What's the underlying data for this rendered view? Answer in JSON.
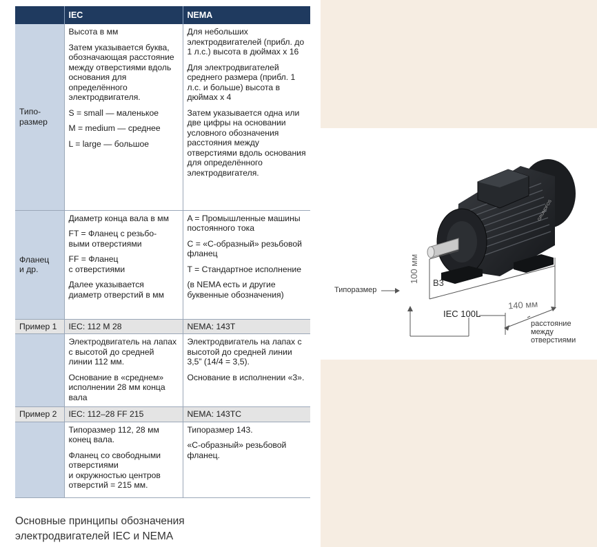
{
  "table": {
    "headers": [
      "",
      "IEC",
      "NEMA"
    ],
    "frame": {
      "label": "Типо-\nразмер",
      "iec": [
        "Высота в мм",
        "Затем указывается буква, обозначающая расстояние между отверстиями вдоль основания для определённого электродвигателя.",
        "S = small — маленькое",
        "M = medium — среднее",
        "L = large — большое"
      ],
      "nema": [
        "Для небольших электродвигателей (прибл. до 1 л.с.) высота в дюймах x 16",
        "Для электродвигателей среднего размера (прибл. 1 л.с. и больше) высота в дюймах x 4",
        "Затем указывается одна или две цифры на основании условного обозначения расстояния между отверстиями вдоль основания для определённого электродвигателя."
      ]
    },
    "flange": {
      "label": "Фланец\nи др.",
      "iec": [
        "Диаметр конца вала в мм",
        "FT = Фланец с резьбо-\nвыми отверстиями",
        "FF = Фланец\nс отверстиями",
        "Далее указывается диаметр отверстий в мм"
      ],
      "nema": [
        "A = Промышленные машины постоянного тока",
        "C = «C-образный» резьбовой фланец",
        "T = Стандартное исполнение",
        "(в NEMA есть и другие буквенные обозначения)"
      ]
    },
    "example1": {
      "label": "Пример 1",
      "iec": "IEC: 112 M 28",
      "nema": "NEMA: 143T",
      "iec_desc": [
        "Электродвигатель на лапах с высотой до средней линии 112 мм.",
        "Основание в «среднем» исполнении 28 мм конца вала"
      ],
      "nema_desc": [
        "Электродвигатель на лапах с высотой до средней линии 3,5” (14/4 = 3,5).",
        "Основание в исполнении «3»."
      ]
    },
    "example2": {
      "label": "Пример 2",
      "iec": "IEC: 112–28 FF 215",
      "nema": "NEMA: 143TC",
      "iec_desc": [
        "Типоразмер 112, 28 мм конец вала.",
        "Фланец со свободными отверстиями\nи окружностью центров отверстий = 215 мм."
      ],
      "nema_desc": [
        "Типоразмер 143.",
        "«С-образный» резьбовой фланец."
      ]
    }
  },
  "caption": "Основные принципы обозначения\nэлектродвигателей IEC и NEMA",
  "figure": {
    "frame_size_label": "Типоразмер",
    "height_dim": "100 мм",
    "mount_code": "B3",
    "model_code": "IEC 100L",
    "length_dim": "140 мм",
    "distance_label": "расстояние\nмежду\nотверстиями",
    "brand_text": "GRUNDFOS"
  },
  "colors": {
    "header_bg": "#1f3a5f",
    "label_bg": "#c8d4e4",
    "example_bg": "#e4e4e4",
    "panel_bg": "#f6ede2"
  }
}
